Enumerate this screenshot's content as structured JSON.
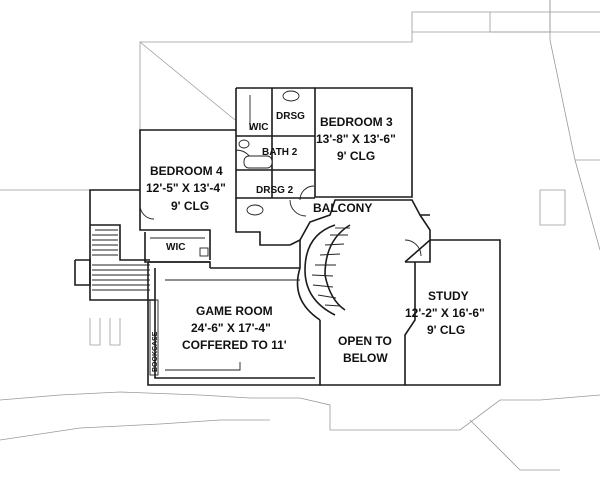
{
  "rooms": {
    "bedroom3": {
      "name": "BEDROOM 3",
      "size": "13'-8\" X 13'-6\"",
      "ceiling": "9' CLG"
    },
    "bedroom4": {
      "name": "BEDROOM 4",
      "size": "12'-5\" X 13'-4\"",
      "ceiling": "9' CLG"
    },
    "game_room": {
      "name": "GAME ROOM",
      "size": "24'-6\" X 17'-4\"",
      "ceiling": "COFFERED TO 11'"
    },
    "study": {
      "name": "STUDY",
      "size": "12'-2\" X 16'-6\"",
      "ceiling": "9' CLG"
    },
    "open_below": {
      "line1": "OPEN TO",
      "line2": "BELOW"
    },
    "balcony": {
      "name": "BALCONY"
    }
  },
  "small_labels": {
    "dressing_1": "DRSG",
    "dressing_2": "DRSG 2",
    "bath_2": "BATH 2",
    "wic_upper": "WIC",
    "wic_lower": "WIC",
    "bookcase": "BOOKCASE"
  }
}
